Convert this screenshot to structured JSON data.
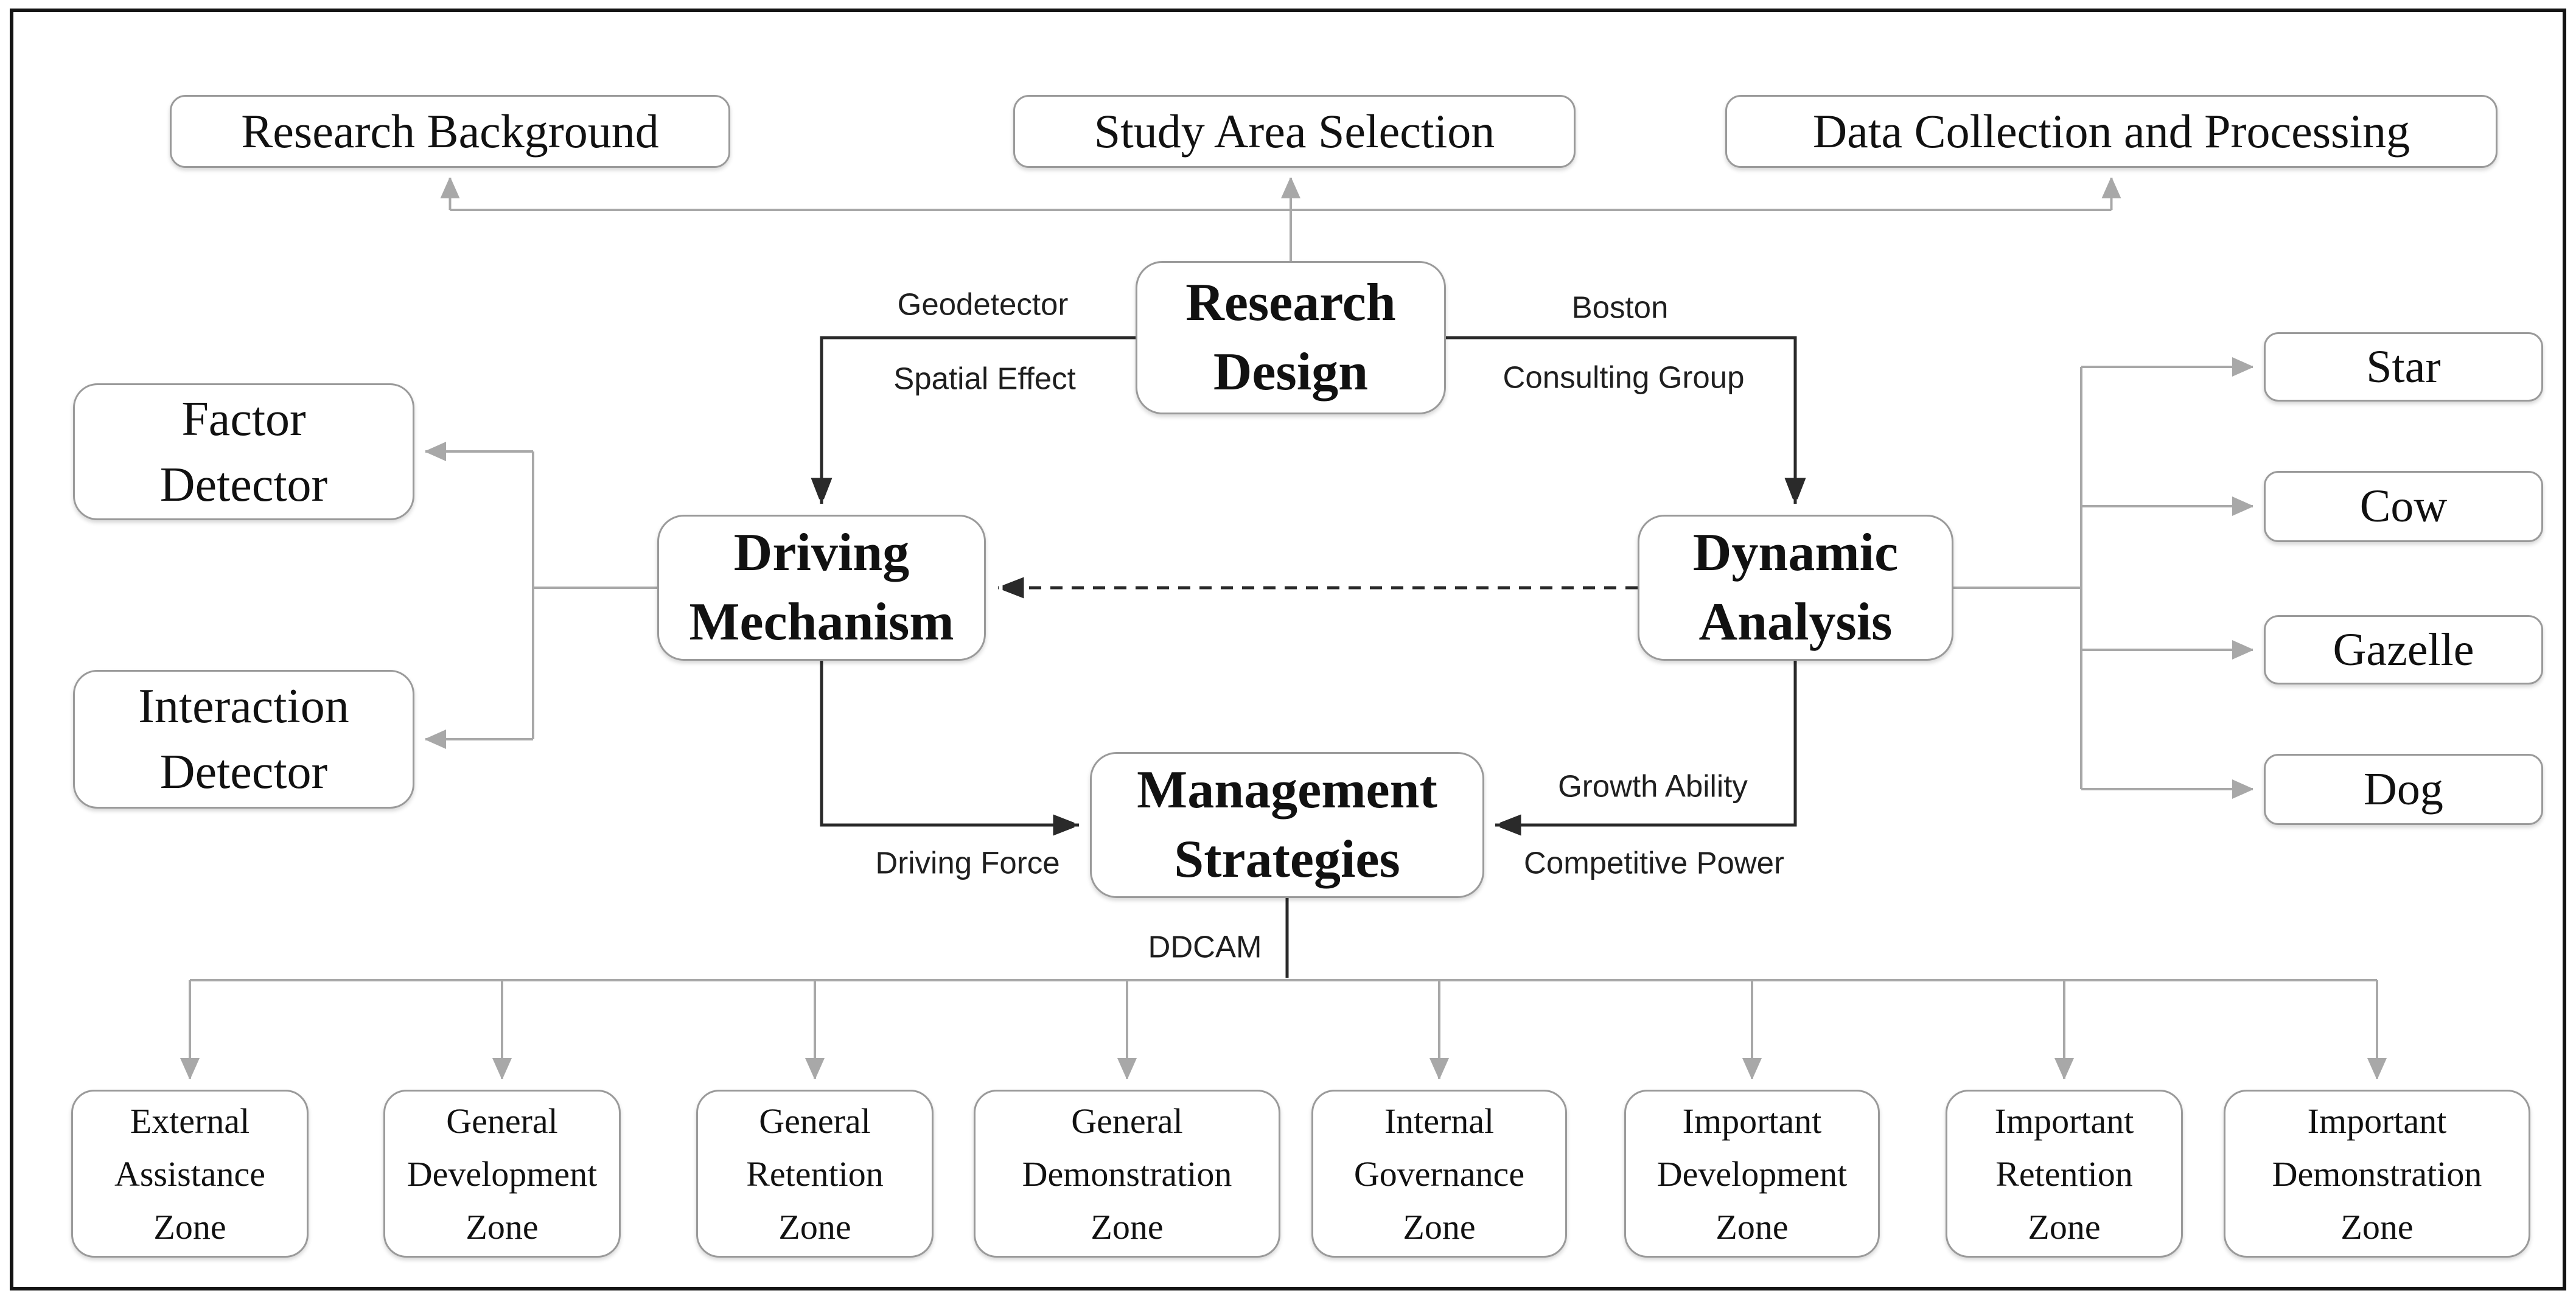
{
  "figure": {
    "description": "Research framework flowchart",
    "border_color": "#141414",
    "background": "#ffffff"
  },
  "colors": {
    "box_border": "#9a9a9a",
    "connector_gray": "#a8a8a8",
    "connector_black": "#2a2a2a",
    "text": "#111111"
  },
  "nodes": {
    "research_background": {
      "label": "Research Background"
    },
    "study_area_selection": {
      "label": "Study Area Selection"
    },
    "data_collection": {
      "label": "Data Collection and Processing"
    },
    "research_design": {
      "lines": [
        "Research",
        "Design"
      ]
    },
    "driving_mechanism": {
      "lines": [
        "Driving",
        "Mechanism"
      ]
    },
    "dynamic_analysis": {
      "lines": [
        "Dynamic",
        "Analysis"
      ]
    },
    "management_strategies": {
      "lines": [
        "Management",
        "Strategies"
      ]
    },
    "factor_detector": {
      "lines": [
        "Factor",
        "Detector"
      ]
    },
    "interaction_detector": {
      "lines": [
        "Interaction",
        "Detector"
      ]
    },
    "bcg": [
      {
        "label": "Star"
      },
      {
        "label": "Cow"
      },
      {
        "label": "Gazelle"
      },
      {
        "label": "Dog"
      }
    ],
    "zones": [
      {
        "lines": [
          "External",
          "Assistance",
          "Zone"
        ]
      },
      {
        "lines": [
          "General",
          "Development",
          "Zone"
        ]
      },
      {
        "lines": [
          "General",
          "Retention",
          "Zone"
        ]
      },
      {
        "lines": [
          "General",
          "Demonstration",
          "Zone"
        ]
      },
      {
        "lines": [
          "Internal",
          "Governance",
          "Zone"
        ]
      },
      {
        "lines": [
          "Important",
          "Development",
          "Zone"
        ]
      },
      {
        "lines": [
          "Important",
          "Retention",
          "Zone"
        ]
      },
      {
        "lines": [
          "Important",
          "Demonstration",
          "Zone"
        ]
      }
    ]
  },
  "edge_labels": {
    "geodetector": "Geodetector",
    "spatial_effect": "Spatial Effect",
    "boston": "Boston",
    "consulting_group": "Consulting Group",
    "growth_ability": "Growth Ability",
    "competitive_power": "Competitive Power",
    "driving_force": "Driving Force",
    "ddcam": "DDCAM"
  }
}
